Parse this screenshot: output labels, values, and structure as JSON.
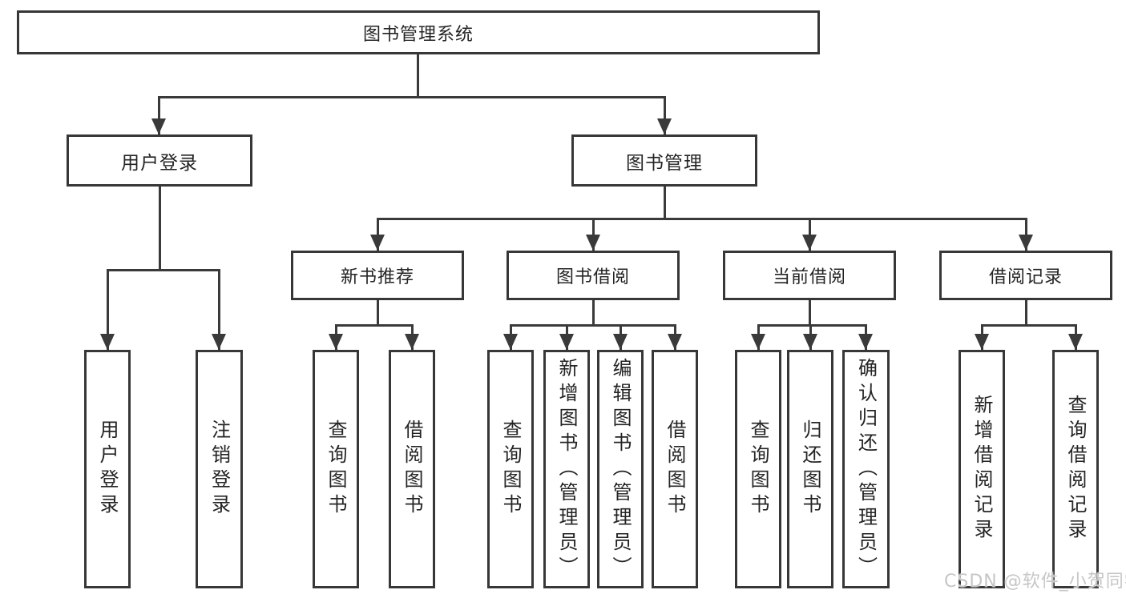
{
  "colors": {
    "line": "#3a3a3a",
    "box_border": "#373737",
    "watermark": "#c6c6c6"
  },
  "tree": {
    "root": {
      "label": "图书管理系统"
    },
    "branches": [
      {
        "label": "用户登录",
        "children": [
          {
            "label": "用户登录"
          },
          {
            "label": "注销登录"
          }
        ]
      },
      {
        "label": "图书管理",
        "children": [
          {
            "label": "新书推荐",
            "children": [
              {
                "label": "查询图书"
              },
              {
                "label": "借阅图书"
              }
            ]
          },
          {
            "label": "图书借阅",
            "children": [
              {
                "label": "查询图书"
              },
              {
                "label": "新增图书（管理员）"
              },
              {
                "label": "编辑图书（管理员）"
              },
              {
                "label": "借阅图书"
              }
            ]
          },
          {
            "label": "当前借阅",
            "children": [
              {
                "label": "查询图书"
              },
              {
                "label": "归还图书"
              },
              {
                "label": "确认归还（管理员）"
              }
            ]
          },
          {
            "label": "借阅记录",
            "children": [
              {
                "label": "新增借阅记录"
              },
              {
                "label": "查询借阅记录"
              }
            ]
          }
        ]
      }
    ]
  },
  "watermark": {
    "text": "CSDN @软件_小贺同学"
  }
}
